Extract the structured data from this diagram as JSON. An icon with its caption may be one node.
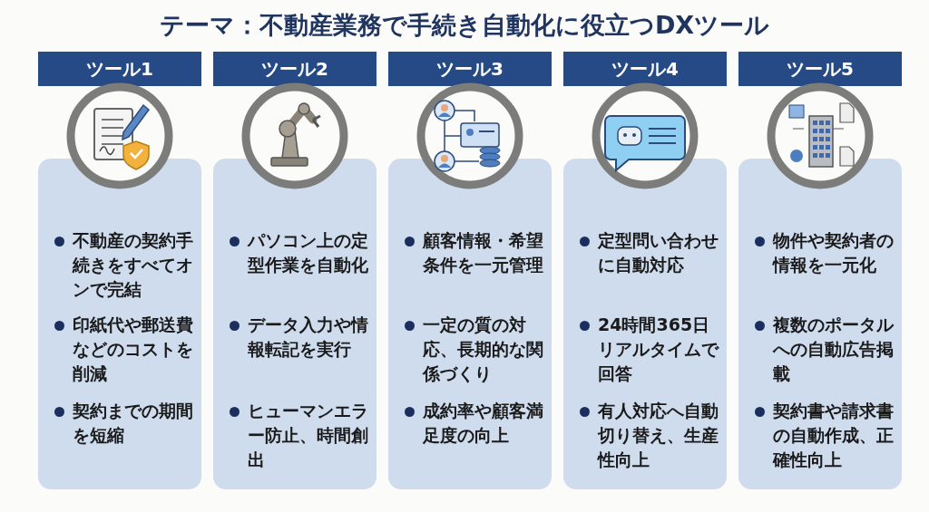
{
  "diagram": {
    "title": "テーマ：不動産業務で手続き自動化に役立つDXツール",
    "nodes": [
      {
        "text": [
          "ツール1"
        ]
      },
      {
        "text": [
          "不動産の契約手続きをすべてオンで完結",
          "印紙代や郵送費などのコストを削減",
          "契約までの期間を短縮"
        ]
      },
      {
        "text": [
          "ツール2"
        ]
      },
      {
        "text": [
          "パソコン上の定型作業を自動化",
          "データ入力や情報転記を実行",
          "ヒューマンエラー防止、時間創出"
        ]
      },
      {
        "text": [
          "ツール3"
        ]
      },
      {
        "text": [
          "顧客情報・希望条件を一元管理",
          "一定の質の対応、長期的な関係づくり",
          "成約率や顧客満足度の向上"
        ]
      },
      {
        "text": [
          "ツール4"
        ]
      },
      {
        "text": [
          "定型問い合わせに自動対応",
          "24時間365日リアルタイムで回答",
          "有人対応へ自動切り替え、生産性向上"
        ]
      },
      {
        "text": [
          "ツール5"
        ]
      },
      {
        "text": [
          "物件や契約者の情報を一元化",
          "複数のポータルへの自動広告掲載",
          "契約書や請求書の自動作成、正確性向上"
        ]
      }
    ]
  }
}
